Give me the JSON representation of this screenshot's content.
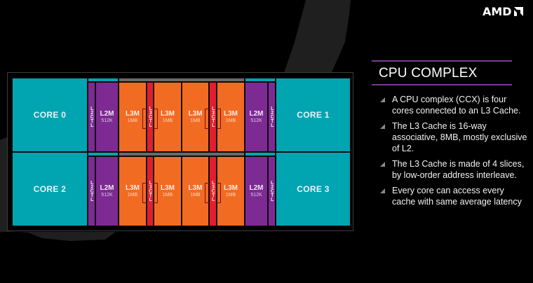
{
  "brand": {
    "logo_text": "AMD",
    "logo_icon": "amd-arrow-icon"
  },
  "colors": {
    "core": "#00a5b1",
    "l2": "#7d2a93",
    "l3m": "#f26b23",
    "l3ctl": "#e31e2c",
    "accent_rule": "#7b3a91",
    "background": "#000000"
  },
  "diagram": {
    "rows": [
      {
        "left_core": "CORE 0",
        "right_core": "CORE 1",
        "l2_left": {
          "ctl": "L2CTL",
          "mem": "L2M",
          "size": "512K"
        },
        "l3": [
          {
            "mem": "L3M",
            "size": "1MB"
          },
          {
            "mem": "L3M",
            "size": "1MB"
          },
          {
            "mem": "L3M",
            "size": "1MB"
          },
          {
            "mem": "L3M",
            "size": "1MB"
          }
        ],
        "l3ctl": [
          "L3CTL",
          "L3CTL"
        ],
        "l2_right": {
          "ctl": "L2CTL",
          "mem": "L2M",
          "size": "512K"
        }
      },
      {
        "left_core": "CORE 2",
        "right_core": "CORE 3",
        "l2_left": {
          "ctl": "L2CTL",
          "mem": "L2M",
          "size": "512K"
        },
        "l3": [
          {
            "mem": "L3M",
            "size": "1MB"
          },
          {
            "mem": "L3M",
            "size": "1MB"
          },
          {
            "mem": "L3M",
            "size": "1MB"
          },
          {
            "mem": "L3M",
            "size": "1MB"
          }
        ],
        "l3ctl": [
          "L3CTL",
          "L3CTL"
        ],
        "l2_right": {
          "ctl": "L2CTL",
          "mem": "L2M",
          "size": "512K"
        }
      }
    ]
  },
  "panel": {
    "title": "CPU COMPLEX",
    "bullets": [
      "A CPU complex (CCX) is four cores connected to an L3 Cache.",
      "The L3 Cache is 16-way associative, 8MB, mostly exclusive of L2.",
      "The L3 Cache is made of 4 slices, by low-order address interleave.",
      "Every core can access every cache with same average latency"
    ]
  }
}
